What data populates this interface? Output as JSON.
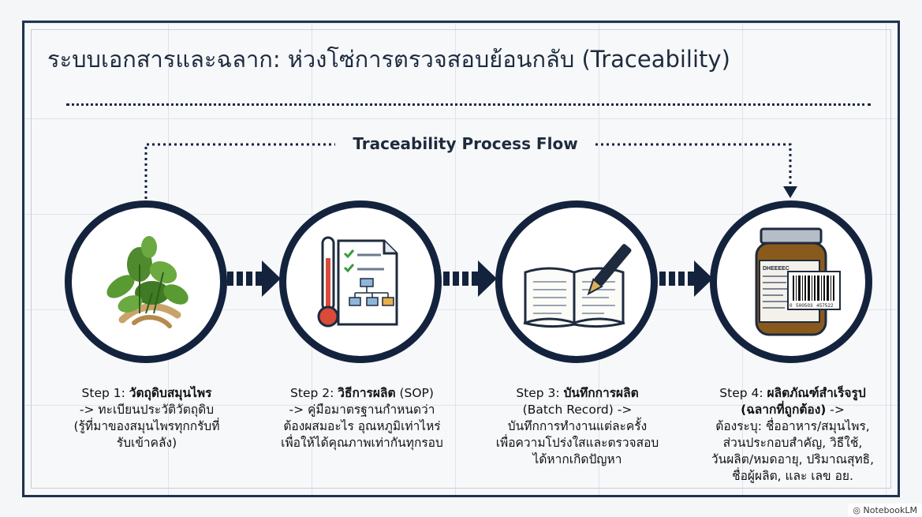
{
  "title": "ระบบเอกสารและฉลาก: ห่วงโซ่การตรวจสอบย้อนกลับ (Traceability)",
  "flow_label": "Traceability Process Flow",
  "steps": [
    {
      "prefix": "Step 1: ",
      "name": "วัตถุดิบสมุนไพร",
      "lines": [
        "-> ทะเบียนประวัติวัตถุดิบ",
        "(รู้ที่มาของสมุนไพรทุกกรับที่",
        "รับเข้าคลัง)"
      ],
      "icon": "herbs-icon"
    },
    {
      "prefix": "Step 2: ",
      "name": "วิธีการผลิต",
      "name_suffix": " (SOP)",
      "lines": [
        "-> คู่มือมาตรฐานกำหนดว่า",
        "ต้องผสมอะไร อุณหภูมิเท่าไหร่",
        "เพื่อให้ได้คุณภาพเท่ากันทุกรอบ"
      ],
      "icon": "sop-document-icon"
    },
    {
      "prefix": "Step 3: ",
      "name": "บันทึกการผลิต",
      "lines": [
        "(Batch Record) ->",
        "บันทึกการทำงานแต่ละครั้ง",
        "เพื่อความโปร่งใสและตรวจสอบ",
        "ได้หากเกิดปัญหา"
      ],
      "icon": "batch-record-book-icon"
    },
    {
      "prefix": "Step 4: ",
      "name": "ผลิตภัณฑ์สำเร็จรูป",
      "name2": "(ฉลากที่ถูกต้อง)",
      "name2_suffix": " ->",
      "lines": [
        "ต้องระบุ: ชื่ออาหาร/สมุนไพร,",
        "ส่วนประกอบสำคัญ, วิธีใช้,",
        "วันผลิต/หมดอายุ, ปริมาณสุทธิ,",
        "ชื่อผู้ผลิต, และ เลข อย."
      ],
      "icon": "labeled-jar-icon"
    }
  ],
  "label_jar": {
    "brand": "DHEEEEC",
    "barcode_left": "0",
    "barcode_mid": "500503",
    "barcode_right": "457522"
  },
  "watermark": "NotebookLM",
  "colors": {
    "navy": "#14233d",
    "herb_green": "#4f8a2e",
    "jar_brown": "#8a5a1c"
  }
}
